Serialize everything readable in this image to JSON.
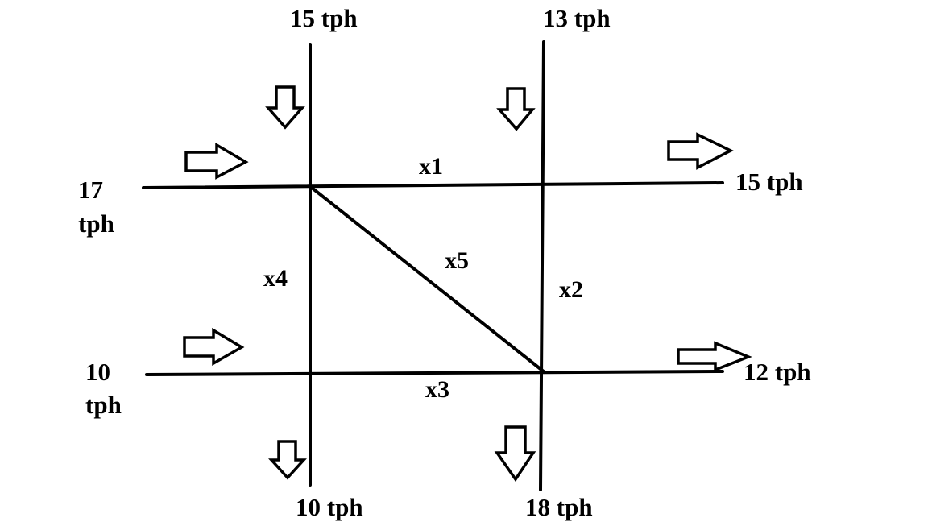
{
  "flows": {
    "top_left": "15 tph",
    "top_right": "13 tph",
    "left_upper_line1": "17",
    "left_upper_line2": "tph",
    "right_upper": "15 tph",
    "left_lower_line1": "10",
    "left_lower_line2": "tph",
    "right_lower": "12 tph",
    "bottom_left": "10 tph",
    "bottom_right": "18 tph"
  },
  "links": {
    "x1": "x1",
    "x2": "x2",
    "x3": "x3",
    "x4": "x4",
    "x5": "x5"
  },
  "colors": {
    "line": "#000000",
    "arrow_fill": "#ffffff",
    "background": "#ffffff"
  }
}
